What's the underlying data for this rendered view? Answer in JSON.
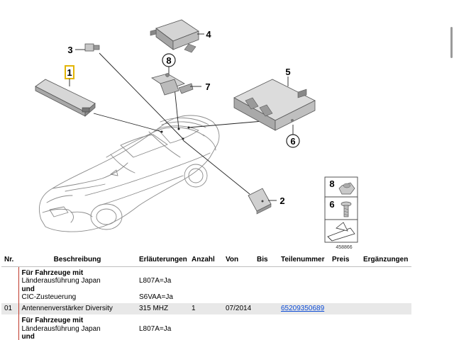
{
  "diagram": {
    "callouts": [
      "1",
      "2",
      "3",
      "4",
      "5",
      "6",
      "7",
      "8"
    ],
    "legend_callouts": [
      "8",
      "6"
    ],
    "drawing_number": "458866"
  },
  "table": {
    "headers": {
      "nr": "Nr.",
      "beschreibung": "Beschreibung",
      "erlaeuterungen": "Erläuterungen",
      "anzahl": "Anzahl",
      "von": "Von",
      "bis": "Bis",
      "teilenummer": "Teilenummer",
      "preis": "Preis",
      "ergaenzungen": "Ergänzungen"
    },
    "note1": {
      "line1": "Für Fahrzeuge mit",
      "line2": "Länderausführung Japan",
      "line3": "und",
      "line4": "CIC-Zusteuerung",
      "code1": "L807A=Ja",
      "code2": "S6VAA=Ja"
    },
    "item1": {
      "nr": "01",
      "beschreibung": "Antennenverstärker Diversity",
      "erlaeuterungen": "315 MHZ",
      "anzahl": "1",
      "von": "07/2014",
      "bis": "",
      "teilenummer": "65209350689",
      "preis": "",
      "ergaenzungen": ""
    },
    "note2": {
      "line1": "Für Fahrzeuge mit",
      "line2": "Länderausführung Japan",
      "line3": "und",
      "code1": "L807A=Ja"
    }
  }
}
